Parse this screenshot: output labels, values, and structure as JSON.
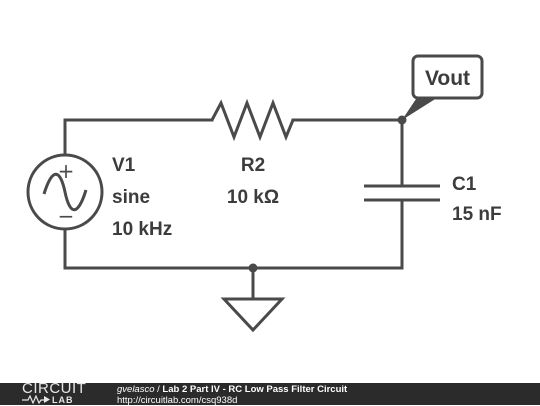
{
  "schematic": {
    "source": {
      "name": "V1",
      "type": "sine",
      "frequency": "10 kHz"
    },
    "resistor": {
      "name": "R2",
      "value": "10 kΩ"
    },
    "capacitor": {
      "name": "C1",
      "value": "15 nF"
    },
    "probe": {
      "label": "Vout"
    },
    "source_symbols": {
      "plus": "+",
      "minus": "−"
    }
  },
  "footer": {
    "logo_top": "CIRCUIT",
    "logo_bottom": "LAB",
    "user": "gvelasco",
    "separator": " / ",
    "title": "Lab 2 Part IV - RC Low Pass Filter Circuit",
    "url": "http://circuitlab.com/csq938d"
  },
  "colors": {
    "wire": "#4a4a4a",
    "footer_bg": "#2b2b2b",
    "footer_text": "#ffffff"
  }
}
